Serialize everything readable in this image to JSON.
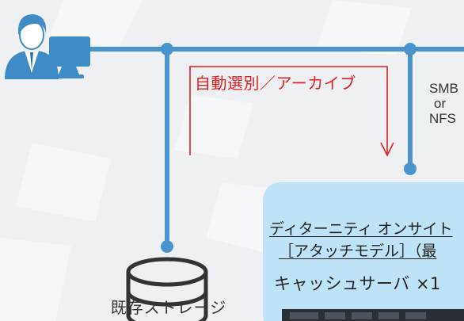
{
  "colors": {
    "network_line": "#4a94cc",
    "flow_arrow": "#e02020",
    "panel_fill": "#bfe3f6",
    "icon_dark": "#4a94cc",
    "text": "#333333"
  },
  "icons": [
    "user-icon",
    "monitor-icon",
    "database-icon",
    "server-icon"
  ],
  "labels": {
    "flow": "自動選別／アーカイブ",
    "protocol": [
      "SMB",
      "or",
      "NFS"
    ],
    "existing_storage": "既存ストレージ",
    "panel_title": "ディターニティ オンサイト",
    "panel_subtitle": "［アタッチモデル］（最",
    "cache_server": "キャッシュサーバ ×1"
  }
}
